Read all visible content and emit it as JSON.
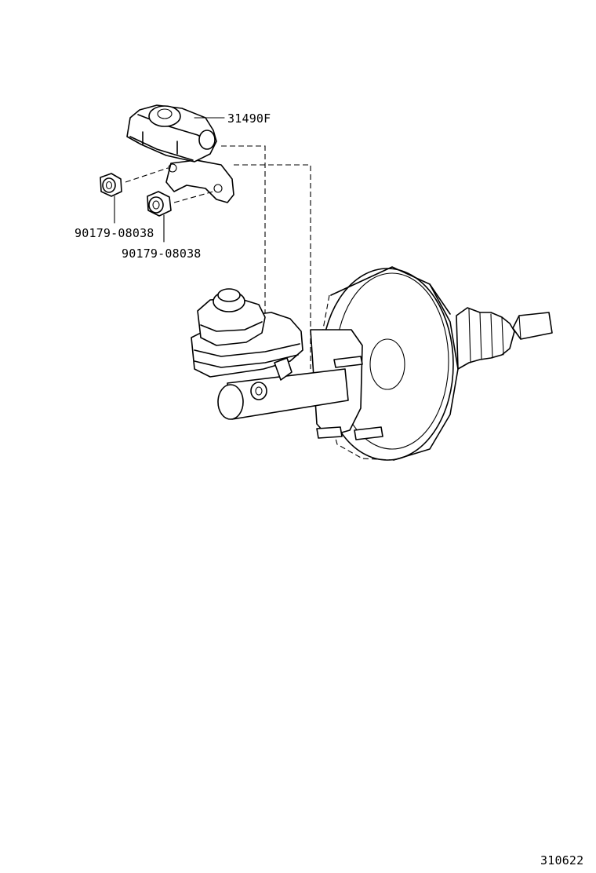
{
  "labels": {
    "part_31490f": "31490F",
    "nut_left": "90179-08038",
    "nut_right": "90179-08038",
    "diagram_id": "310622"
  }
}
